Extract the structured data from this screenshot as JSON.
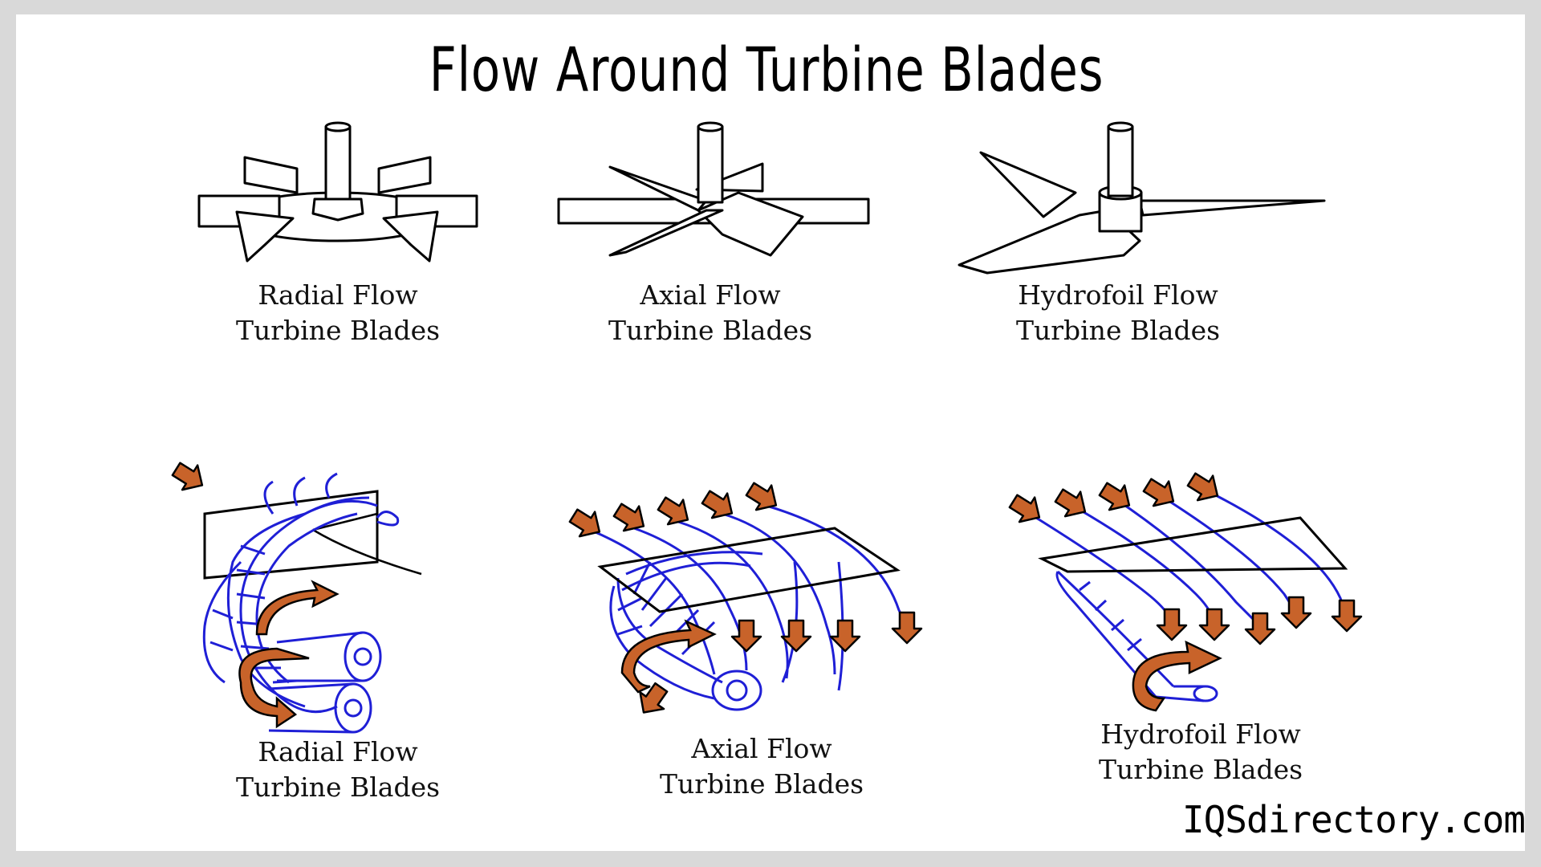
{
  "title": "Flow Around Turbine Blades",
  "top_row": [
    {
      "line1": "Radial Flow",
      "line2": "Turbine Blades"
    },
    {
      "line1": "Axial Flow",
      "line2": "Turbine Blades"
    },
    {
      "line1": "Hydrofoil Flow",
      "line2": "Turbine Blades"
    }
  ],
  "bottom_row": [
    {
      "line1": "Radial Flow",
      "line2": "Turbine Blades"
    },
    {
      "line1": "Axial Flow",
      "line2": "Turbine Blades"
    },
    {
      "line1": "Hydrofoil Flow",
      "line2": "Turbine Blades"
    }
  ],
  "brand": "IQSdirectory.com",
  "colors": {
    "flow_line": "#1f1fd6",
    "arrow": "#c8632a",
    "outline": "#000000"
  }
}
